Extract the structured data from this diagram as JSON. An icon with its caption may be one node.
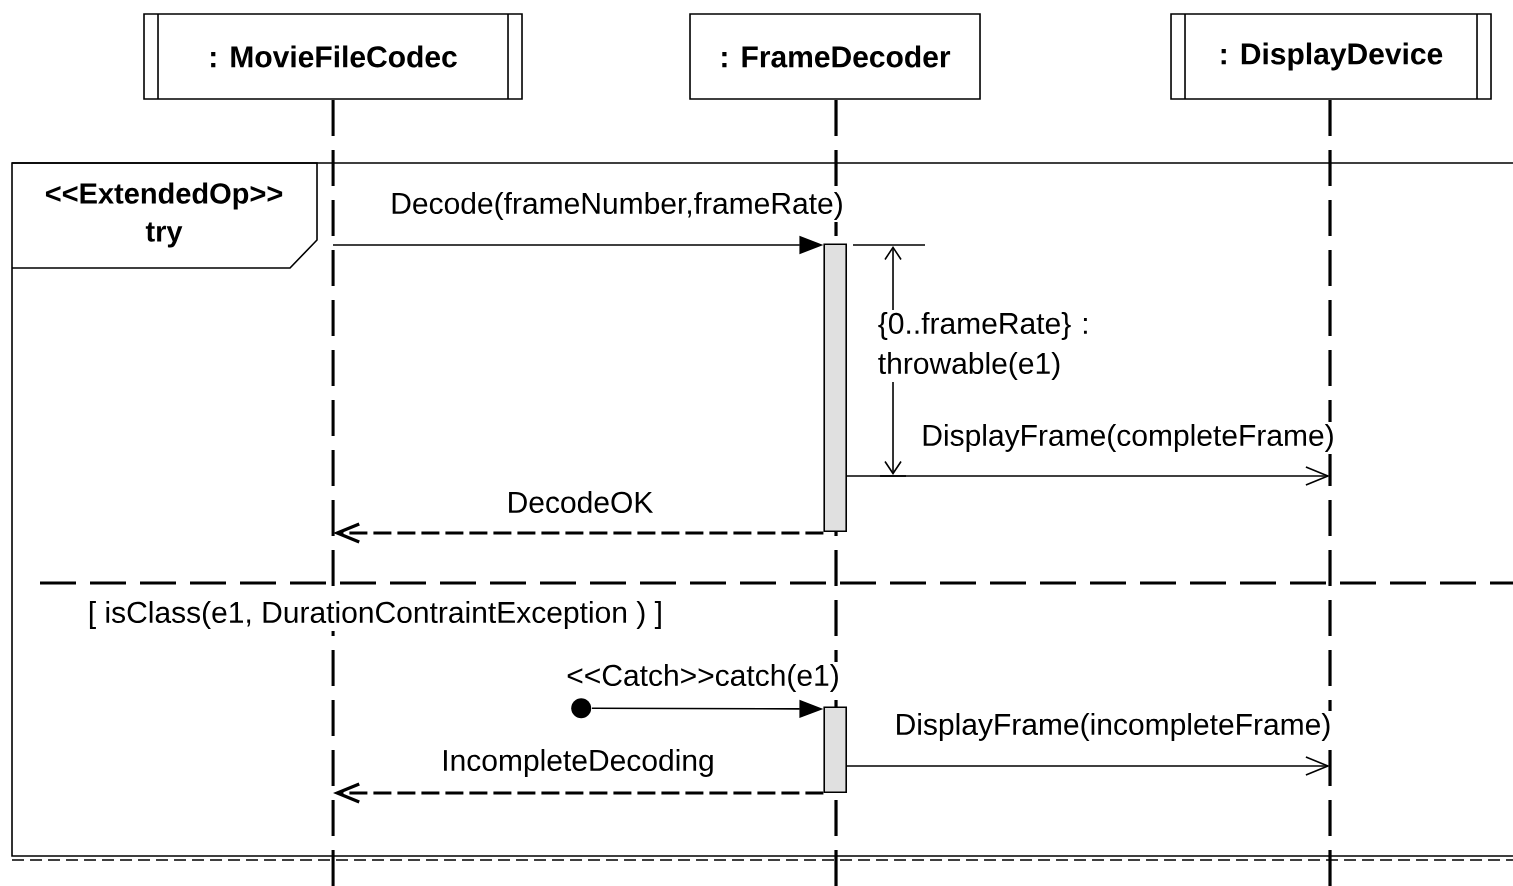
{
  "diagram": {
    "nodes": [
      {
        "text": [
          ": MovieFileCodec"
        ]
      },
      {
        "text": [
          ": FrameDecoder"
        ]
      },
      {
        "text": [
          ": DisplayDevice"
        ]
      },
      {
        "text": [
          "<<ExtendedOp>> try",
          "[ isClass(e1, DurationContraintException ) ]"
        ]
      },
      {
        "text": [],
        "shape": "bar",
        "in": 3
      },
      {
        "text": [],
        "shape": "bar",
        "in": 3
      },
      {
        "text": [],
        "shape": "circle",
        "in": 3
      },
      {
        "text": [],
        "shape": "line"
      },
      {
        "text": [],
        "shape": "line"
      },
      {
        "text": [],
        "shape": "line"
      }
    ],
    "edges": [
      {
        "from": 7,
        "to": 4,
        "arrow": "to",
        "label": "Decode(frameNumber,frameRate)"
      },
      {
        "from": 4,
        "to": 9,
        "arrow": "to",
        "label": "DisplayFrame(completeFrame)"
      },
      {
        "from": 4,
        "to": 7,
        "arrow": "to",
        "label": "DecodeOK",
        "style": "dashed"
      },
      {
        "from": 6,
        "to": 5,
        "arrow": "to",
        "label": "<<Catch>>catch(e1)"
      },
      {
        "from": 5,
        "to": 9,
        "arrow": "to",
        "label": "DisplayFrame(incompleteFrame)"
      },
      {
        "from": 5,
        "to": 7,
        "arrow": "to",
        "label": "IncompleteDecoding",
        "style": "dashed"
      }
    ],
    "labels": [
      "{0..frameRate} : throwable(e1)"
    ]
  }
}
